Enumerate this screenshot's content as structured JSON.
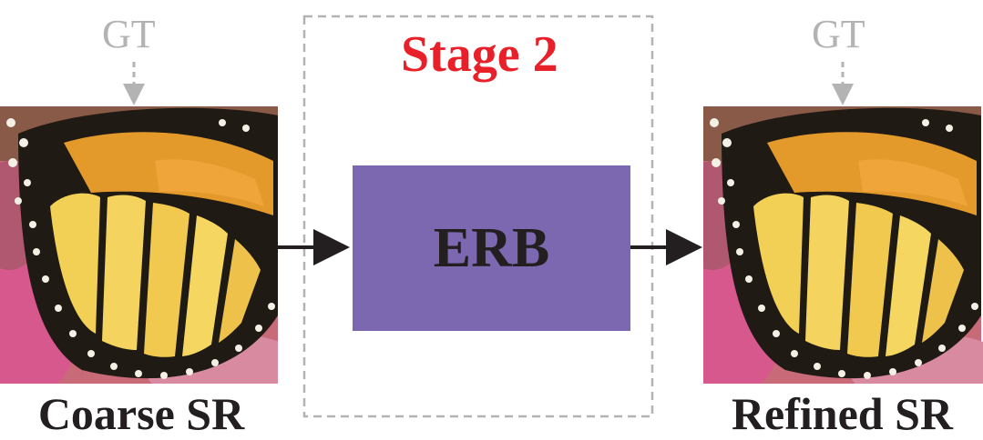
{
  "left": {
    "gt_label": "GT",
    "caption": "Coarse SR",
    "image": "butterfly-wing-closeup"
  },
  "right": {
    "gt_label": "GT",
    "caption": "Refined SR",
    "image": "butterfly-wing-closeup"
  },
  "stage": {
    "title": "Stage 2",
    "block_label": "ERB"
  },
  "colors": {
    "stage_title": "#e8202a",
    "block_fill": "#7b68b0",
    "dashed_border": "#b3b3b3",
    "gt_text": "#b3b3b3",
    "arrow": "#231f20"
  }
}
